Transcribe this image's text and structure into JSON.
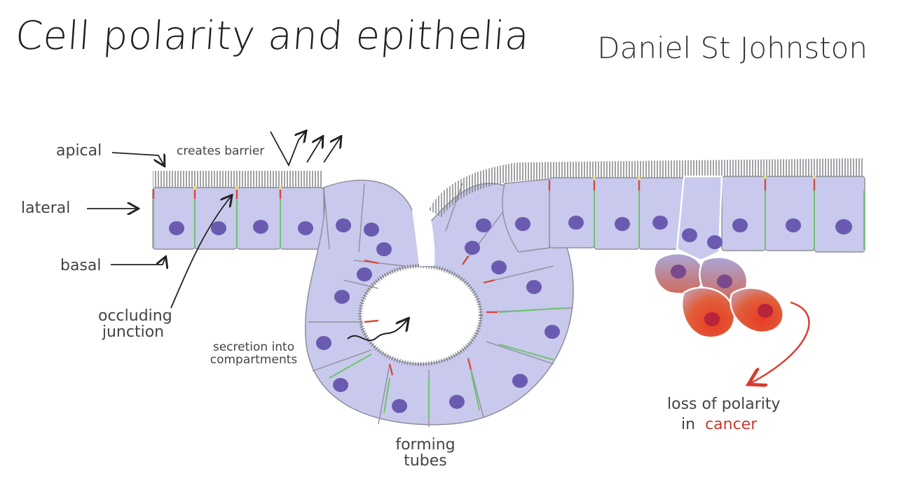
{
  "title": "Cell polarity and epithelia",
  "author": "Daniel St Johnston",
  "labels": {
    "apical": "apical",
    "lateral": "lateral",
    "basal": "basal",
    "creates_barrier": "creates barrier",
    "occluding_junction_1": "occluding",
    "occluding_junction_2": "junction",
    "secretion_1": "secretion into",
    "secretion_2": "compartments",
    "forming_1": "forming",
    "forming_2": "tubes",
    "loss_1": "loss of polarity",
    "loss_2_prefix": "in",
    "loss_2_cancer": "cancer"
  },
  "colors": {
    "cell_fill": "#c8c9ec",
    "nucleus": "#6a5bb0",
    "membrane": "#8f8f9a",
    "junction_red": "#d84a3a",
    "junction_yellow": "#e8df6a",
    "lateral_green": "#6cc46c",
    "cancer_red": "#e0452c",
    "arrow_red": "#d93a2c"
  }
}
